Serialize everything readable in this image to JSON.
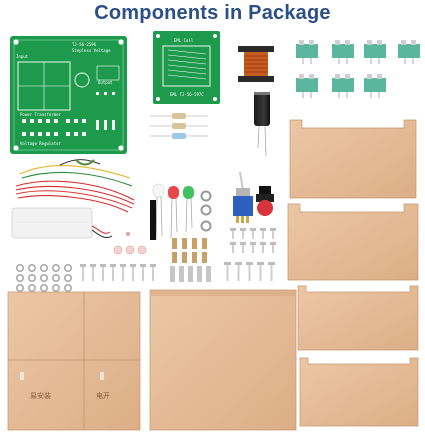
{
  "heading": "Components in Package",
  "pcb_main": {
    "top_label": "TJ-56-2596",
    "sub_label": "Stepless Voltage",
    "side_label": "Output",
    "corner_label": "Input",
    "block_label": "Power Transformer",
    "bottom_label": "Voltage Regulator"
  },
  "pcb_coil": {
    "top_label": "EML Coil",
    "bottom_label": "EML TJ-56-597C"
  },
  "panel_labels": {
    "left": "易安装",
    "right": "电开"
  },
  "colors": {
    "heading": "#2b4f86",
    "pcb_green": "#1e9a4c",
    "acrylic": "#e3b893",
    "terminal": "#5ab79d"
  }
}
